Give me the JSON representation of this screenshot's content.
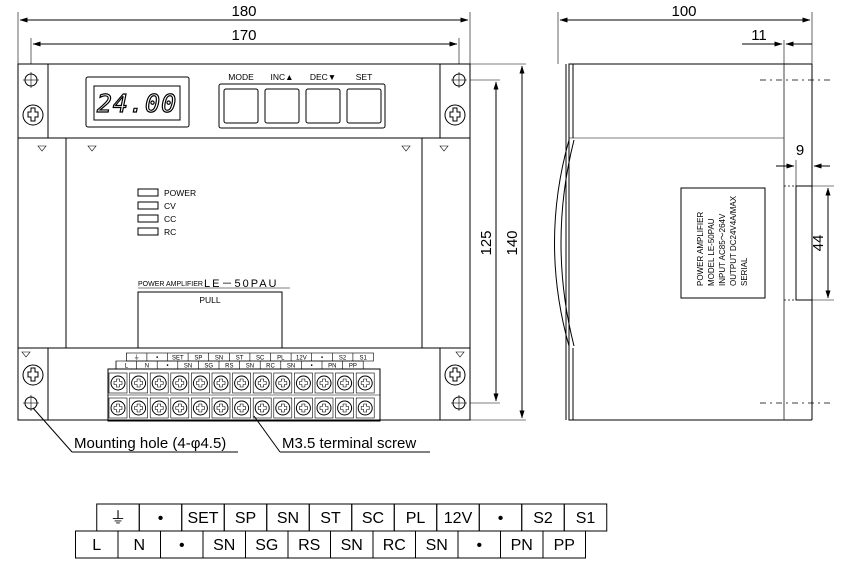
{
  "dimensions": {
    "width_overall": "180",
    "width_holes": "170",
    "height_holes": "125",
    "height_overall": "140",
    "depth_overall": "100",
    "depth_front": "11",
    "rail_offset": "9",
    "rail_height": "44"
  },
  "display": {
    "readout": "24.00"
  },
  "buttons": [
    {
      "label": "MODE"
    },
    {
      "label": "INC▲"
    },
    {
      "label": "DEC▼"
    },
    {
      "label": "SET"
    }
  ],
  "indicators": [
    {
      "label": "POWER"
    },
    {
      "label": "CV"
    },
    {
      "label": "CC"
    },
    {
      "label": "RC"
    }
  ],
  "front_label": {
    "brand": "POWER AMPLIFIER",
    "model": "LE－50PAU",
    "pull": "PULL"
  },
  "side_label": {
    "lines": [
      "POWER AMPLIFIER",
      "MODEL LE-50PAU",
      "INPUT AC85～264V",
      "OUTPUT DC24V4A/MAX",
      "SERIAL"
    ]
  },
  "callouts": {
    "mounting_hole": "Mounting hole (4-φ4.5)",
    "terminal_screw": "M3.5 terminal screw"
  },
  "terminal_table": {
    "top_row": [
      "⏚",
      "•",
      "SET",
      "SP",
      "SN",
      "ST",
      "SC",
      "PL",
      "12V",
      "•",
      "S2",
      "S1"
    ],
    "bottom_row": [
      "L",
      "N",
      "•",
      "SN",
      "SG",
      "RS",
      "SN",
      "RC",
      "SN",
      "•",
      "PN",
      "PP"
    ]
  },
  "mini_terminal_top": [
    "⏚",
    "•",
    "SET",
    "SP",
    "SN",
    "ST",
    "SC",
    "PL",
    "12V",
    "•",
    "S2",
    "S1"
  ],
  "mini_terminal_bottom": [
    "L",
    "N",
    "•",
    "SN",
    "SG",
    "RS",
    "SN",
    "RC",
    "SN",
    "•",
    "PN",
    "PP"
  ]
}
